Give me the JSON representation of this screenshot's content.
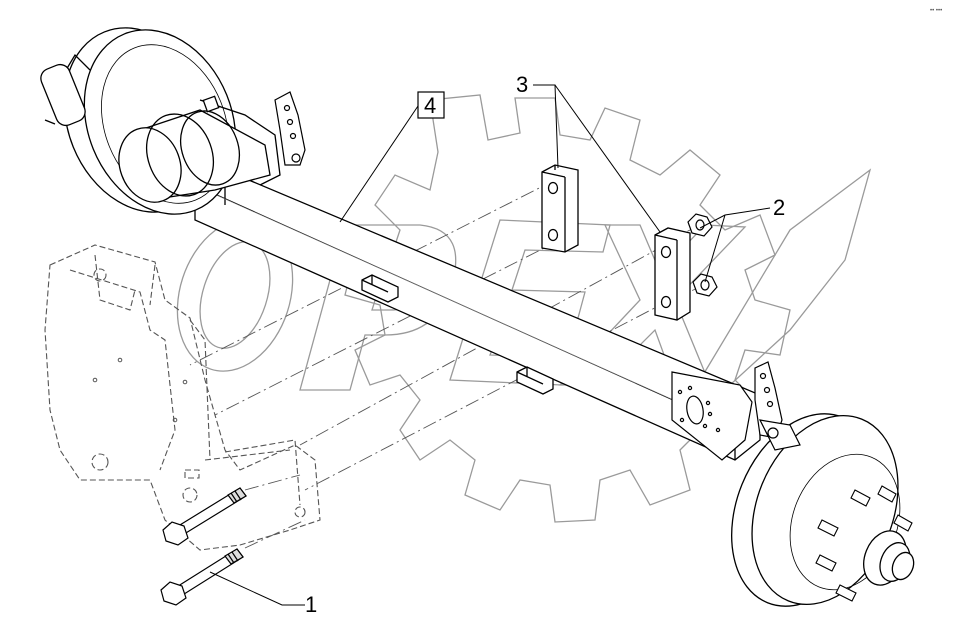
{
  "diagram": {
    "callouts": [
      "1",
      "2",
      "3",
      "4"
    ],
    "watermark_text": "OPEX",
    "corner_mark": "•• •••"
  },
  "colors": {
    "line": "#000000",
    "dash": "#555555",
    "watermark": "#9a9a9a",
    "background": "#ffffff"
  }
}
